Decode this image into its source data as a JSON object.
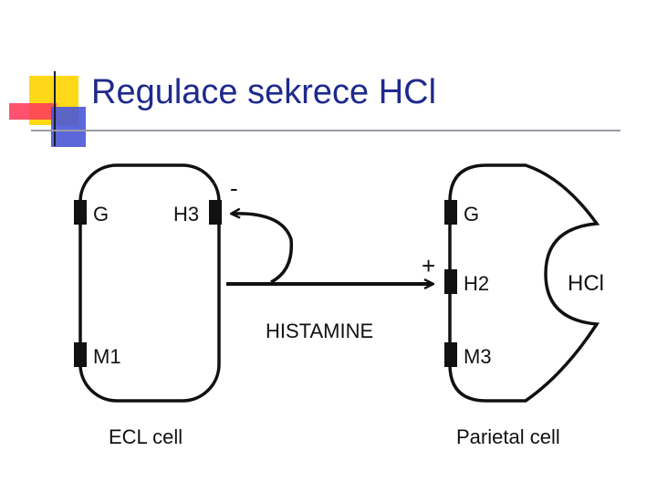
{
  "slide": {
    "title": "Regulace sekrece HCl"
  },
  "diagram": {
    "ecl_cell": {
      "caption": "ECL cell",
      "receptors": [
        "G",
        "H3",
        "M1"
      ]
    },
    "parietal_cell": {
      "caption": "Parietal cell",
      "receptors": [
        "G",
        "H2",
        "M3"
      ],
      "secretion": "HCl"
    },
    "mediator": "HISTAMINE",
    "feedback_sign": "-",
    "stimulation_sign": "+"
  }
}
